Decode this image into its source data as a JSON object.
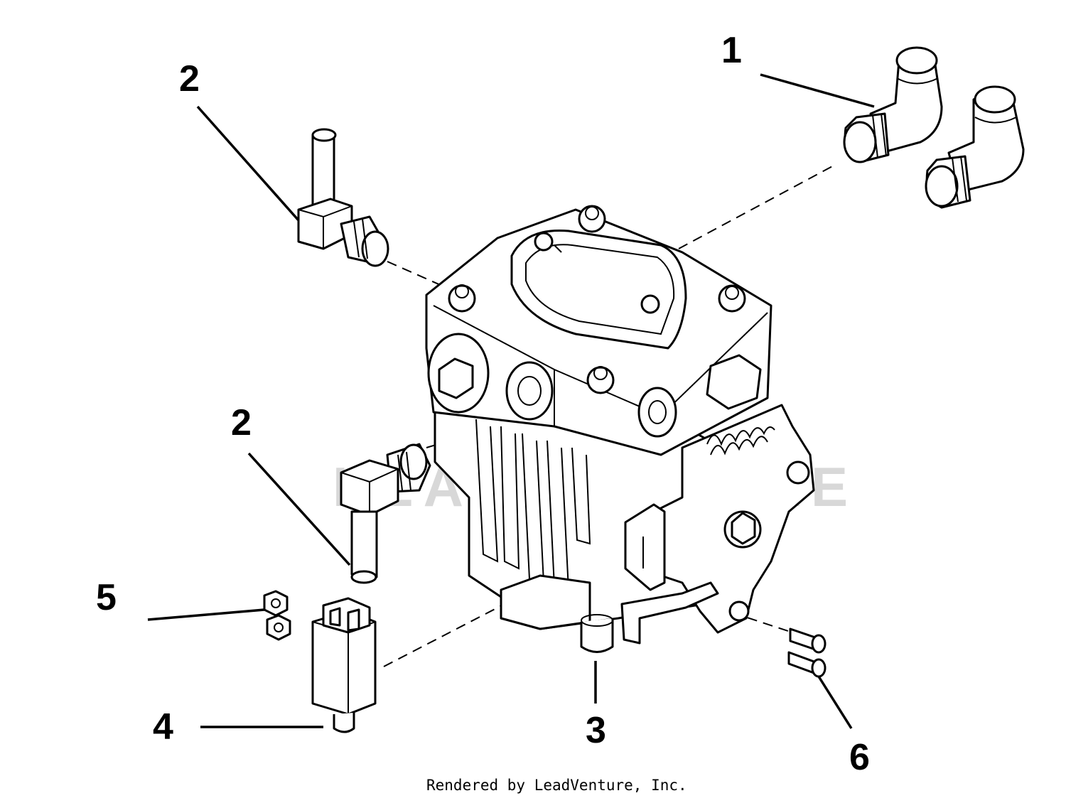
{
  "diagram": {
    "callouts": [
      {
        "id": "1",
        "label": "1"
      },
      {
        "id": "2a",
        "label": "2"
      },
      {
        "id": "2b",
        "label": "2"
      },
      {
        "id": "3",
        "label": "3"
      },
      {
        "id": "4",
        "label": "4"
      },
      {
        "id": "5",
        "label": "5"
      },
      {
        "id": "6",
        "label": "6"
      }
    ],
    "watermark": "LEADVENTURE",
    "footer": "Rendered by LeadVenture, Inc."
  }
}
